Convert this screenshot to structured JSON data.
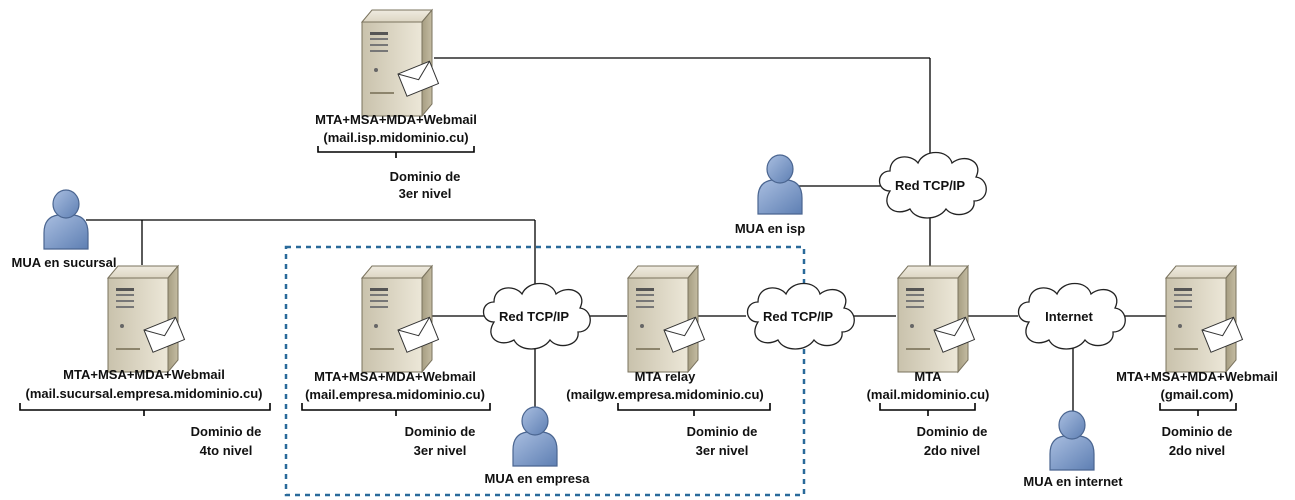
{
  "servers": [
    {
      "id": "isp",
      "title": "MTA+MSA+MDA+Webmail",
      "host": "(mail.isp.midominio.cu)",
      "domain_line1": "Dominio de",
      "domain_line2": "3er nivel"
    },
    {
      "id": "sucursal",
      "title": "MTA+MSA+MDA+Webmail",
      "host": "(mail.sucursal.empresa.midominio.cu)",
      "domain_line1": "Dominio de",
      "domain_line2": "4to nivel"
    },
    {
      "id": "empresa",
      "title": "MTA+MSA+MDA+Webmail",
      "host": "(mail.empresa.midominio.cu)",
      "domain_line1": "Dominio de",
      "domain_line2": "3er nivel"
    },
    {
      "id": "relay",
      "title": "MTA relay",
      "host": "(mailgw.empresa.midominio.cu)",
      "domain_line1": "Dominio de",
      "domain_line2": "3er nivel"
    },
    {
      "id": "mta",
      "title": "MTA",
      "host": "(mail.midominio.cu)",
      "domain_line1": "Dominio de",
      "domain_line2": "2do nivel"
    },
    {
      "id": "gmail",
      "title": "MTA+MSA+MDA+Webmail",
      "host": "(gmail.com)",
      "domain_line1": "Dominio de",
      "domain_line2": "2do nivel"
    }
  ],
  "clouds": {
    "isp": "Red TCP/IP",
    "empresa": "Red TCP/IP",
    "relay": "Red TCP/IP",
    "internet": "Internet"
  },
  "users": {
    "isp": "MUA en isp",
    "sucursal": "MUA en sucursal",
    "empresa": "MUA en empresa",
    "internet": "MUA en internet"
  },
  "colors": {
    "server_front": "#d9d3c1",
    "server_side": "#b3aa8f",
    "user_fill": "#7f9bc7",
    "user_stroke": "#4a6590",
    "boundary": "#2a6a9a"
  }
}
